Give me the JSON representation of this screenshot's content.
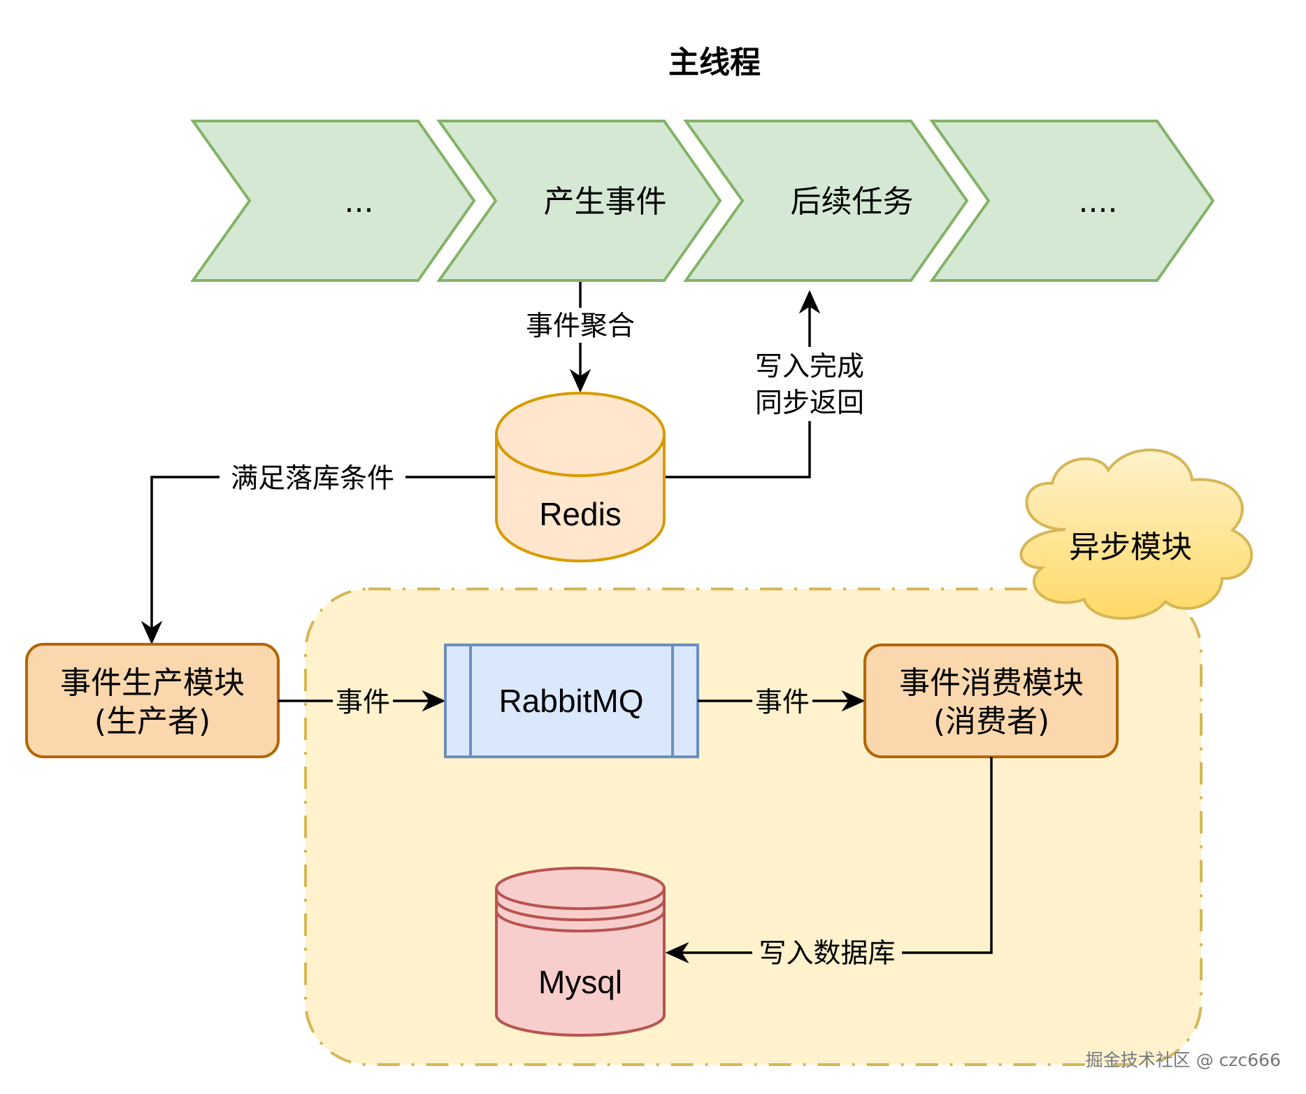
{
  "title": "主线程",
  "colors": {
    "chevron_fill": "#d5e8d4",
    "chevron_stroke": "#82b366",
    "redis_fill": "#ffe6cc",
    "redis_stroke": "#d79b00",
    "module_fill": "#fad7ac",
    "module_stroke": "#b46504",
    "queue_fill": "#dae8fc",
    "queue_stroke": "#6c8ebf",
    "mysql_fill": "#f8cecc",
    "mysql_stroke": "#b85450",
    "async_fill": "#fff2cc",
    "async_stroke": "#d6b656",
    "cloud_top": "#fff2cc",
    "cloud_bottom": "#ffd966",
    "edge": "#000000"
  },
  "main_thread": {
    "steps": [
      {
        "label": "..."
      },
      {
        "label": "产生事件"
      },
      {
        "label": "后续任务"
      },
      {
        "label": "...."
      }
    ]
  },
  "nodes": {
    "redis": {
      "label": "Redis"
    },
    "producer": {
      "line1": "事件生产模块",
      "line2": "(生产者)"
    },
    "rabbitmq": {
      "label": "RabbitMQ"
    },
    "consumer": {
      "line1": "事件消费模块",
      "line2": "(消费者)"
    },
    "mysql": {
      "label": "Mysql"
    },
    "async_module": {
      "label": "异步模块"
    }
  },
  "edges": {
    "aggregate": {
      "label": "事件聚合"
    },
    "sync_return": {
      "line1": "写入完成",
      "line2": "同步返回"
    },
    "persist_condition": {
      "label": "满足落库条件"
    },
    "produce_event": {
      "label": "事件"
    },
    "consume_event": {
      "label": "事件"
    },
    "write_db": {
      "label": "写入数据库"
    }
  },
  "watermark": "掘金技术社区 @ czc666"
}
